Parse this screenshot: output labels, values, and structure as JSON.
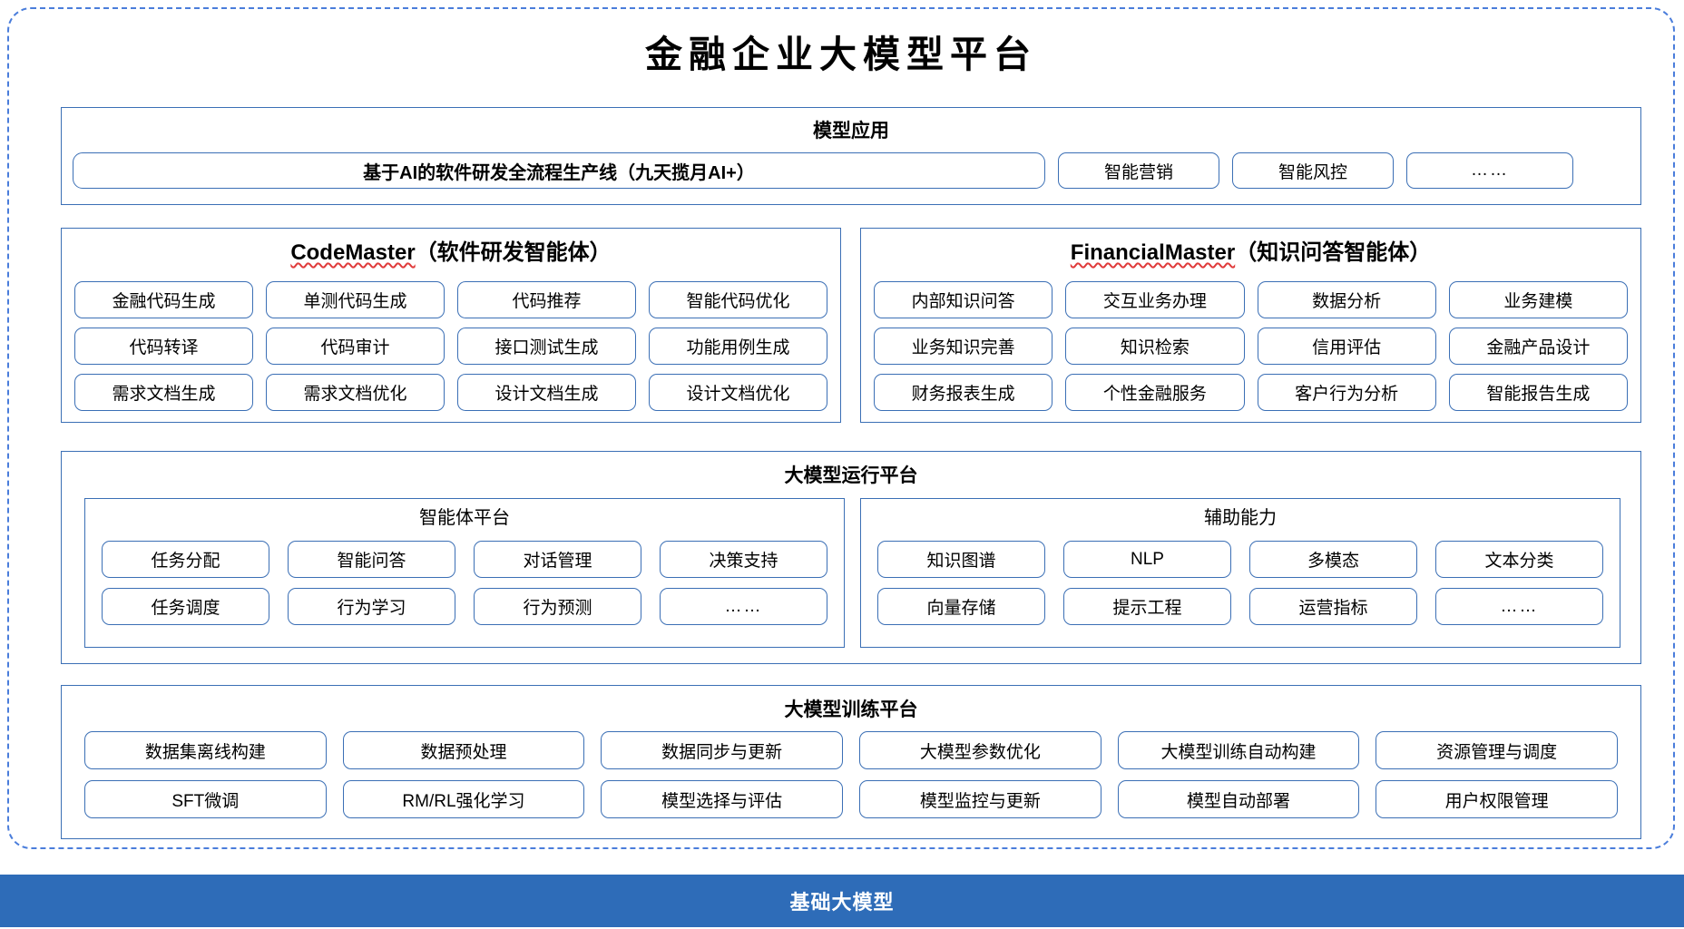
{
  "title": "金融企业大模型平台",
  "application_layer": {
    "heading": "模型应用",
    "items": [
      "基于AI的软件研发全流程生产线（九天揽月AI+）",
      "智能营销",
      "智能风控",
      "……"
    ]
  },
  "agents": [
    {
      "name": "CodeMaster",
      "suffix": "（软件研发智能体）",
      "spellcheck_underline": true,
      "items": [
        "金融代码生成",
        "单测代码生成",
        "代码推荐",
        "智能代码优化",
        "代码转译",
        "代码审计",
        "接口测试生成",
        "功能用例生成",
        "需求文档生成",
        "需求文档优化",
        "设计文档生成",
        "设计文档优化"
      ]
    },
    {
      "name": "FinancialMaster",
      "suffix": "（知识问答智能体）",
      "spellcheck_underline": true,
      "items": [
        "内部知识问答",
        "交互业务办理",
        "数据分析",
        "业务建模",
        "业务知识完善",
        "知识检索",
        "信用评估",
        "金融产品设计",
        "财务报表生成",
        "个性金融服务",
        "客户行为分析",
        "智能报告生成"
      ]
    }
  ],
  "runtime_layer": {
    "heading": "大模型运行平台",
    "subpanels": [
      {
        "heading": "智能体平台",
        "items": [
          "任务分配",
          "智能问答",
          "对话管理",
          "决策支持",
          "任务调度",
          "行为学习",
          "行为预测",
          "……"
        ]
      },
      {
        "heading": "辅助能力",
        "items": [
          "知识图谱",
          "NLP",
          "多模态",
          "文本分类",
          "向量存储",
          "提示工程",
          "运营指标",
          "……"
        ]
      }
    ]
  },
  "training_layer": {
    "heading": "大模型训练平台",
    "items": [
      "数据集离线构建",
      "数据预处理",
      "数据同步与更新",
      "大模型参数优化",
      "大模型训练自动构建",
      "资源管理与调度",
      "SFT微调",
      "RM/RL强化学习",
      "模型选择与评估",
      "模型监控与更新",
      "模型自动部署",
      "用户权限管理"
    ]
  },
  "base_layer": {
    "label": "基础大模型"
  },
  "colors": {
    "border_blue": "#3b6fb5",
    "dashed_blue": "#4a7ddb",
    "base_bar_blue": "#2e6cb8",
    "spell_red": "#e03b3b",
    "text": "#000000",
    "base_text": "#ffffff"
  }
}
